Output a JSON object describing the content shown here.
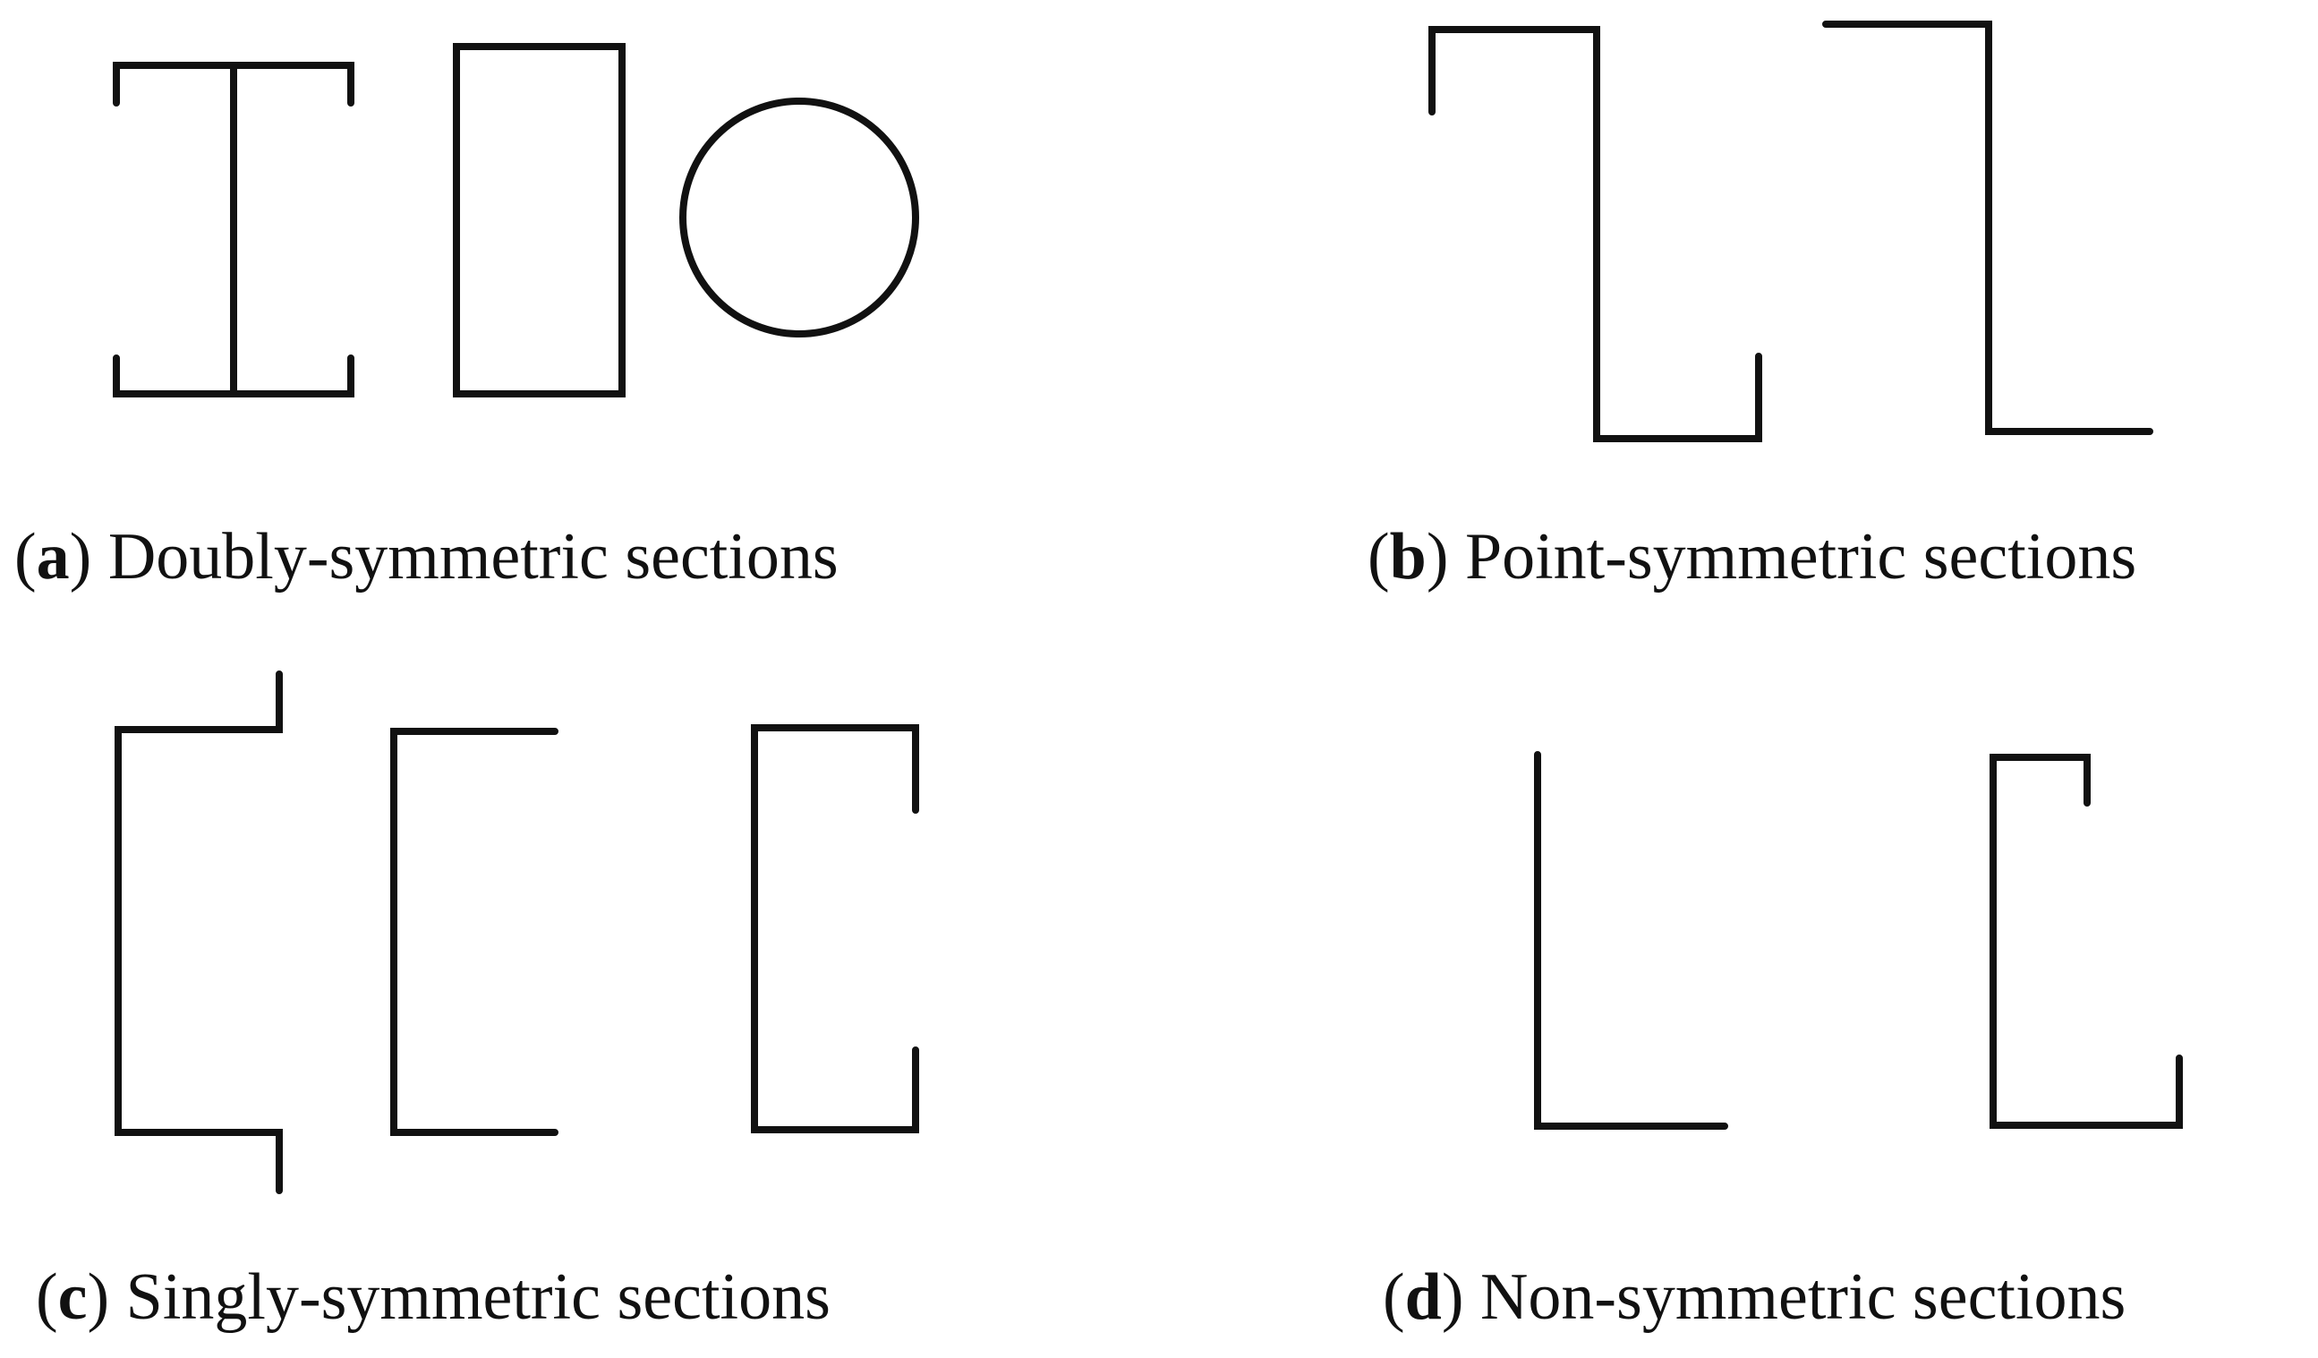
{
  "panels": [
    {
      "id": "a",
      "label": "a",
      "caption": "Doubly-symmetric sections",
      "sections": [
        "i-section",
        "rectangular-hollow-section",
        "circular-hollow-section"
      ]
    },
    {
      "id": "b",
      "label": "b",
      "caption": "Point-symmetric sections",
      "sections": [
        "z-section-with-lips",
        "z-section"
      ]
    },
    {
      "id": "c",
      "label": "c",
      "caption": "Singly-symmetric sections",
      "sections": [
        "hat-channel-section",
        "channel-section",
        "lipped-channel-section"
      ]
    },
    {
      "id": "d",
      "label": "d",
      "caption": "Non-symmetric sections",
      "sections": [
        "angle-section",
        "unequal-lipped-channel-section"
      ]
    }
  ],
  "colors": {
    "stroke": "#111111",
    "background": "#ffffff"
  }
}
